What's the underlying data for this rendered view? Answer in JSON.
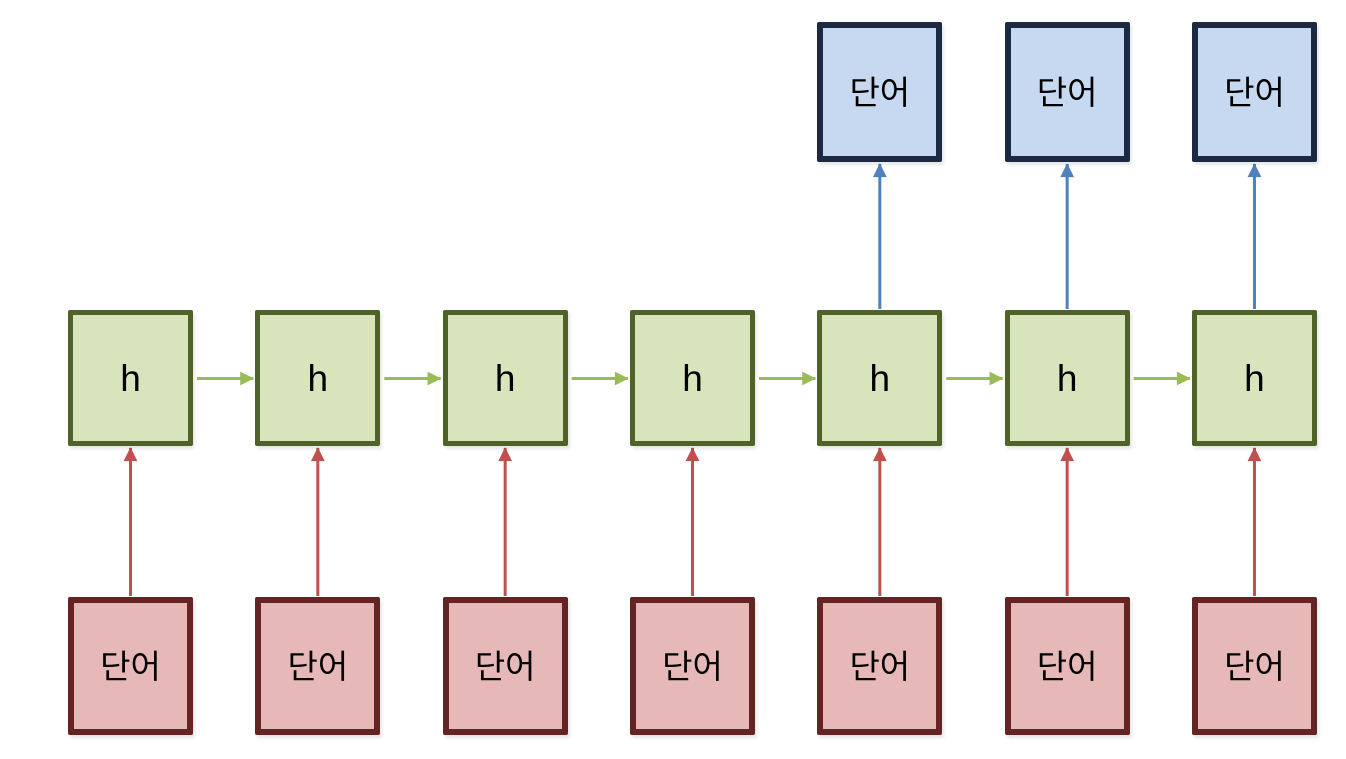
{
  "diagram": {
    "type": "rnn-unrolled-sequence",
    "background": "#ffffff",
    "steps": 7,
    "output_steps": [
      5,
      6,
      7
    ],
    "labels": {
      "hidden": "h",
      "input": "단어",
      "output": "단어"
    },
    "nodes": {
      "inputs": [
        "단어",
        "단어",
        "단어",
        "단어",
        "단어",
        "단어",
        "단어"
      ],
      "hidden": [
        "h",
        "h",
        "h",
        "h",
        "h",
        "h",
        "h"
      ],
      "outputs": [
        null,
        null,
        null,
        null,
        "단어",
        "단어",
        "단어"
      ]
    },
    "colors": {
      "input_fill": "#e6b9b8",
      "input_border": "#632423",
      "hidden_fill": "#d7e4bc",
      "hidden_border": "#4f6228",
      "output_fill": "#c6d9f1",
      "output_border": "#1b2a41",
      "input_arrow": "#c0504d",
      "hidden_arrow": "#9bbb59",
      "output_arrow": "#4f81bd",
      "label_text": "#000000"
    }
  }
}
